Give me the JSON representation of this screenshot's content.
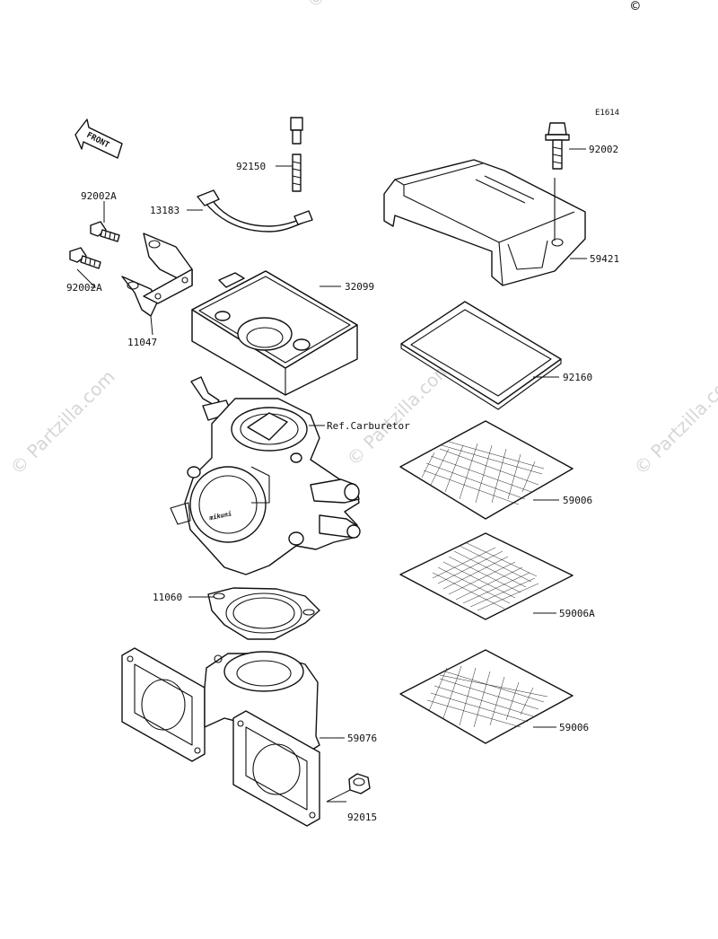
{
  "diagram_code": "E1614",
  "copyright_mark": "©",
  "front_label": "FRONT",
  "watermark_text": "© Partzilla.com",
  "parts": [
    {
      "id": "92002_top",
      "label": "92002"
    },
    {
      "id": "92150",
      "label": "92150"
    },
    {
      "id": "13183",
      "label": "13183"
    },
    {
      "id": "92002A_1",
      "label": "92002A"
    },
    {
      "id": "92002A_2",
      "label": "92002A"
    },
    {
      "id": "32099",
      "label": "32099"
    },
    {
      "id": "11047",
      "label": "11047"
    },
    {
      "id": "59421",
      "label": "59421"
    },
    {
      "id": "92160",
      "label": "92160"
    },
    {
      "id": "ref_carb",
      "label": "Ref.Carburetor"
    },
    {
      "id": "59006_1",
      "label": "59006"
    },
    {
      "id": "59006A",
      "label": "59006A"
    },
    {
      "id": "59006_2",
      "label": "59006"
    },
    {
      "id": "11060",
      "label": "11060"
    },
    {
      "id": "59076",
      "label": "59076"
    },
    {
      "id": "92015",
      "label": "92015"
    }
  ]
}
